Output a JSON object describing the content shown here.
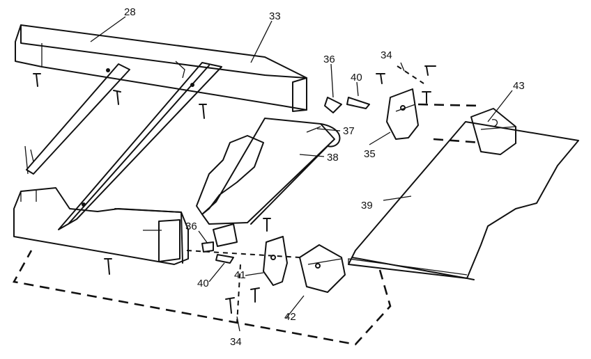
{
  "diagram": {
    "labels": {
      "p28": "28",
      "p33": "33",
      "p36a": "36",
      "p40a": "40",
      "p34a": "34",
      "p43": "43",
      "p37": "37",
      "p38": "38",
      "p35": "35",
      "p39": "39",
      "p36b": "36",
      "p40b": "40",
      "p41": "41",
      "p42": "42",
      "p34b": "34"
    }
  }
}
